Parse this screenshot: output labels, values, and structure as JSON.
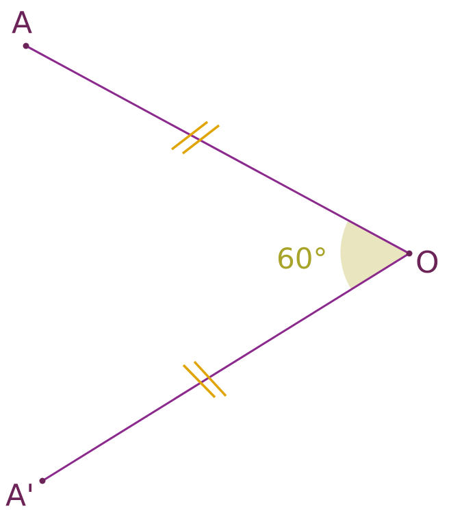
{
  "points": {
    "A": "A",
    "O": "O",
    "A_prime": "A'"
  },
  "angle": {
    "label": "60°",
    "degrees": 60
  },
  "colors": {
    "segment": "#8b2a8c",
    "point": "#6b2358",
    "label": "#6b2358",
    "tick": "#e0a400",
    "angle_fill": "#e8e5bf",
    "angle_text": "#a8a42a"
  }
}
